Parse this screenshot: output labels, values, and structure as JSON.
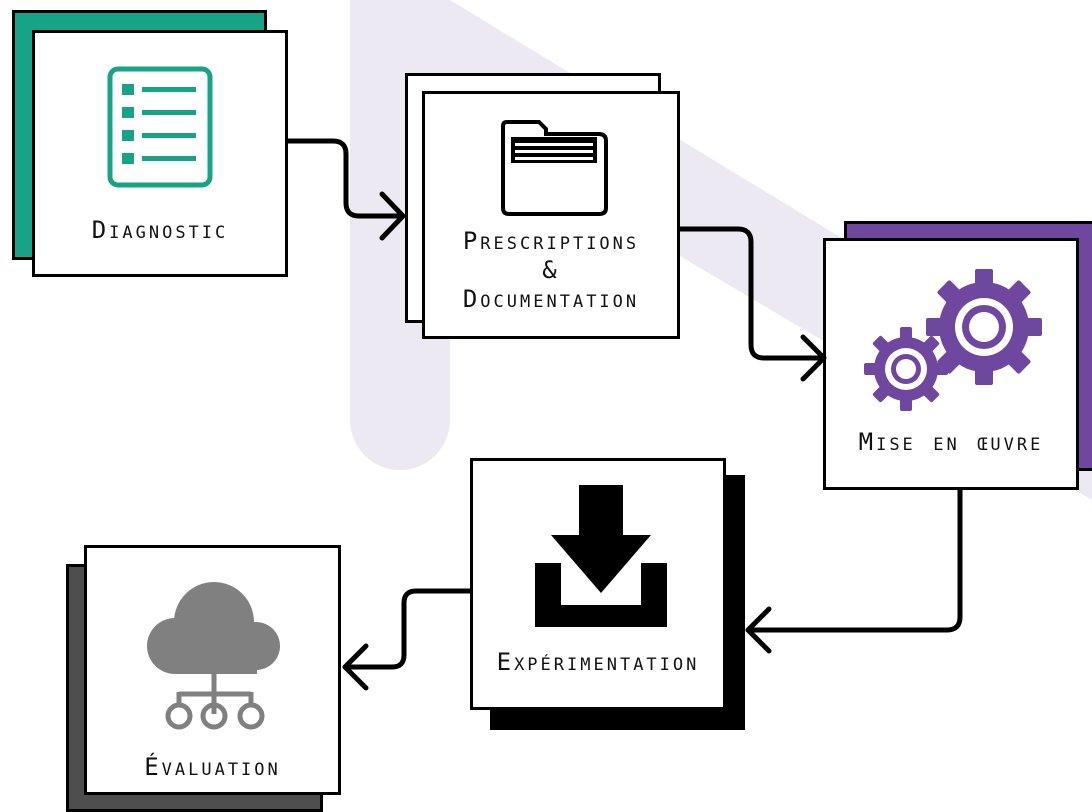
{
  "colors": {
    "accent_teal": "#17a386",
    "accent_purple": "#6f479e",
    "accent_gray": "#808080",
    "dark_gray": "#4e4e4e",
    "watermark": "#ece9f2"
  },
  "steps": [
    {
      "id": "diagnostic",
      "label": "Diagnostic",
      "icon": "checklist-icon"
    },
    {
      "id": "prescriptions",
      "label_lines": [
        "Prescriptions",
        "&",
        "Documentation"
      ],
      "icon": "folder-icon"
    },
    {
      "id": "mise-en-oeuvre",
      "label": "Mise en œuvre",
      "icon": "gears-icon"
    },
    {
      "id": "experimentation",
      "label": "Expérimentation",
      "icon": "download-icon"
    },
    {
      "id": "evaluation",
      "label": "Évaluation",
      "icon": "cloud-network-icon"
    }
  ]
}
